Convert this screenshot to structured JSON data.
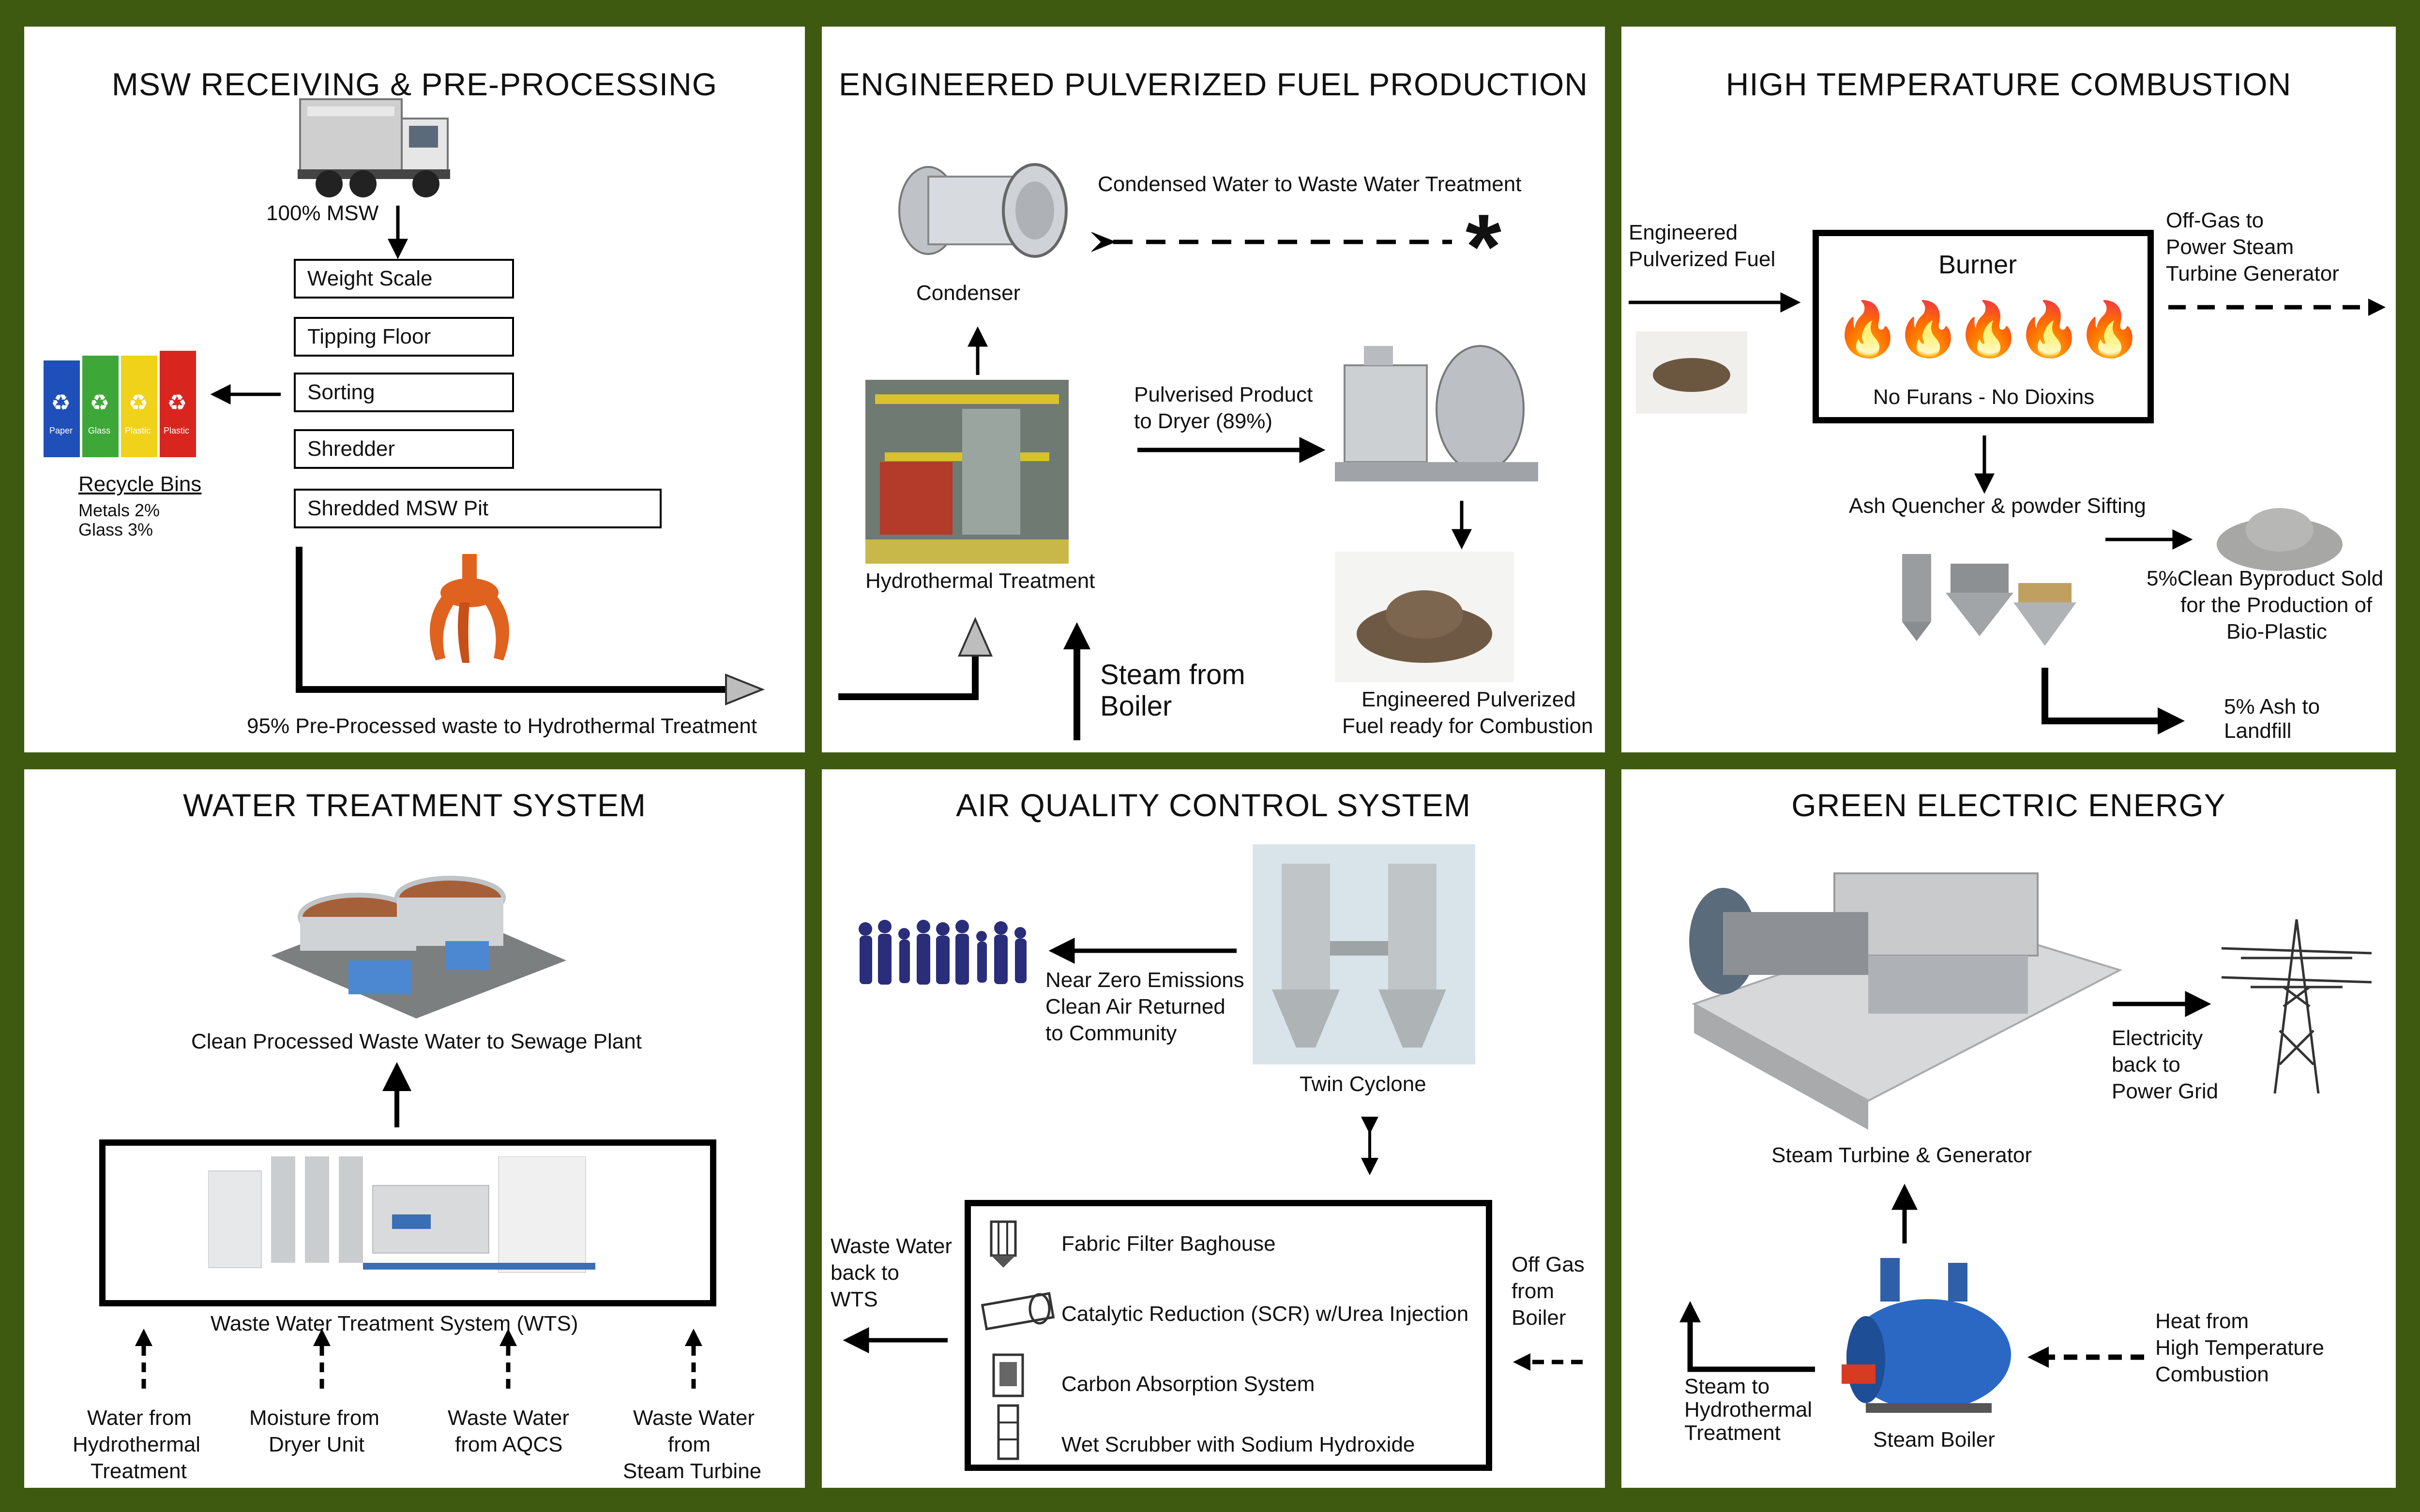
{
  "panels": {
    "msw": {
      "title": "MSW RECEIVING & PRE-PROCESSING",
      "input_label": "100% MSW",
      "steps": [
        "Weight Scale",
        "Tipping Floor",
        "Sorting",
        "Shredder",
        "Shredded MSW Pit"
      ],
      "recycle_title": "Recycle Bins",
      "recycle_metals": "Metals 2%",
      "recycle_glass": "Glass  3%",
      "bin_labels": [
        "Paper",
        "Glass",
        "Plastic",
        "Plastic"
      ],
      "output_label": "95% Pre-Processed waste to Hydrothermal Treatment"
    },
    "epf": {
      "title": "ENGINEERED PULVERIZED FUEL PRODUCTION",
      "condenser_label": "Condenser",
      "condensed_water": "Condensed Water to Waste Water Treatment",
      "hydro_label": "Hydrothermal Treatment",
      "pulverised_line1": "Pulverised Product",
      "pulverised_line2": "to Dryer   (89%)",
      "steam_line1": "Steam from",
      "steam_line2": "Boiler",
      "fuel_line1": "Engineered Pulverized",
      "fuel_line2": "Fuel ready for Combustion"
    },
    "htc": {
      "title": "HIGH TEMPERATURE COMBUSTION",
      "input_line1": "Engineered",
      "input_line2": "Pulverized Fuel",
      "burner_label": "Burner",
      "burner_note": "No Furans - No Dioxins",
      "offgas_line1": "Off-Gas to",
      "offgas_line2": "Power Steam",
      "offgas_line3": "Turbine Generator",
      "ash_label": "Ash Quencher & powder Sifting",
      "byproduct_line1": "5%Clean Byproduct Sold",
      "byproduct_line2": "for the Production of",
      "byproduct_line3": "Bio-Plastic",
      "landfill_line1": "5% Ash to",
      "landfill_line2": "Landfill"
    },
    "wts": {
      "title": "WATER TREATMENT SYSTEM",
      "clean_label": "Clean Processed Waste Water to Sewage Plant",
      "system_label": "Waste Water Treatment System (WTS)",
      "inputs": [
        {
          "l1": "Water from",
          "l2": "Hydrothermal",
          "l3": "Treatment"
        },
        {
          "l1": "Moisture from",
          "l2": "Dryer Unit",
          "l3": ""
        },
        {
          "l1": "Waste Water",
          "l2": "from AQCS",
          "l3": ""
        },
        {
          "l1": "Waste Water",
          "l2": "from",
          "l3": "Steam Turbine"
        }
      ]
    },
    "aqcs": {
      "title": "AIR QUALITY CONTROL SYSTEM",
      "emission_line1": "Near Zero Emissions",
      "emission_line2": "Clean Air Returned",
      "emission_line3": "to Community",
      "cyclone_label": "Twin Cyclone",
      "wastewater_line1": "Waste Water",
      "wastewater_line2": "back to",
      "wastewater_line3": "WTS",
      "offgas_line1": "Off Gas",
      "offgas_line2": "from",
      "offgas_line3": "Boiler",
      "systems": [
        "Fabric Filter Baghouse",
        "Catalytic Reduction (SCR) w/Urea Injection",
        "Carbon Absorption System",
        "Wet Scrubber with Sodium Hydroxide"
      ]
    },
    "gee": {
      "title": "GREEN ELECTRIC ENERGY",
      "turbine_label": "Steam Turbine & Generator",
      "elec_line1": "Electricity",
      "elec_line2": "back to",
      "elec_line3": "Power Grid",
      "steam_line1": "Steam to",
      "steam_line2": "Hydrothermal",
      "steam_line3": "Treatment",
      "boiler_label": "Steam Boiler",
      "heat_line1": "Heat from",
      "heat_line2": "High Temperature",
      "heat_line3": "Combustion"
    }
  },
  "colors": {
    "border_green": "#3e5a10",
    "flame": "#f26a10",
    "crane": "#e0621f"
  }
}
